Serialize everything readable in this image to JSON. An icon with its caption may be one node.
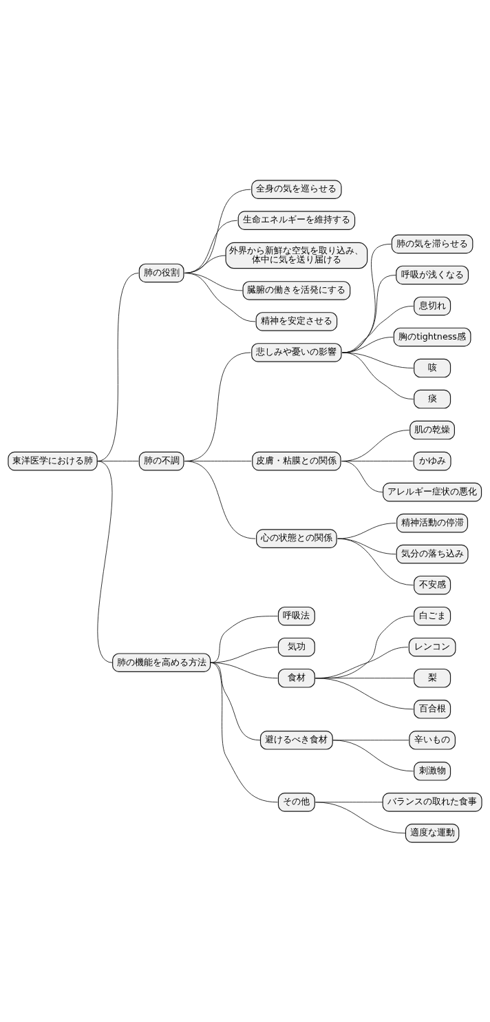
{
  "diagram": {
    "nodes": [
      {
        "text": [
          "東洋医学における肺"
        ]
      },
      {
        "text": [
          "肺の役割"
        ]
      },
      {
        "text": [
          "全身の気を巡らせる"
        ]
      },
      {
        "text": [
          "生命エネルギーを維持する"
        ]
      },
      {
        "text": [
          "外界から新鮮な空気を取り込み、体中に気を送り届ける"
        ]
      },
      {
        "text": [
          "臓腑の働きを活発にする"
        ]
      },
      {
        "text": [
          "精神を安定させる"
        ]
      },
      {
        "text": [
          "肺の不調"
        ]
      },
      {
        "text": [
          "悲しみや憂いの影響"
        ]
      },
      {
        "text": [
          "肺の気を滞らせる"
        ]
      },
      {
        "text": [
          "呼吸が浅くなる"
        ]
      },
      {
        "text": [
          "息切れ"
        ]
      },
      {
        "text": [
          "胸のtightness感"
        ]
      },
      {
        "text": [
          "咳"
        ]
      },
      {
        "text": [
          "痰"
        ]
      },
      {
        "text": [
          "皮膚・粘膜との関係"
        ]
      },
      {
        "text": [
          "肌の乾燥"
        ]
      },
      {
        "text": [
          "かゆみ"
        ]
      },
      {
        "text": [
          "アレルギー症状の悪化"
        ]
      },
      {
        "text": [
          "心の状態との関係"
        ]
      },
      {
        "text": [
          "精神活動の停滞"
        ]
      },
      {
        "text": [
          "気分の落ち込み"
        ]
      },
      {
        "text": [
          "不安感"
        ]
      },
      {
        "text": [
          "肺の機能を高める方法"
        ]
      },
      {
        "text": [
          "呼吸法"
        ]
      },
      {
        "text": [
          "気功"
        ]
      },
      {
        "text": [
          "食材"
        ]
      },
      {
        "text": [
          "白ごま"
        ]
      },
      {
        "text": [
          "レンコン"
        ]
      },
      {
        "text": [
          "梨"
        ]
      },
      {
        "text": [
          "百合根"
        ]
      },
      {
        "text": [
          "避けるべき食材"
        ]
      },
      {
        "text": [
          "辛いもの"
        ]
      },
      {
        "text": [
          "刺激物"
        ]
      },
      {
        "text": [
          "その他"
        ]
      },
      {
        "text": [
          "バランスの取れた食事"
        ]
      },
      {
        "text": [
          "適度な運動"
        ]
      }
    ],
    "edges": [
      {
        "from": 0,
        "to": 1,
        "arrow": "none"
      },
      {
        "from": 1,
        "to": 2,
        "arrow": "none"
      },
      {
        "from": 1,
        "to": 3,
        "arrow": "none"
      },
      {
        "from": 1,
        "to": 4,
        "arrow": "none"
      },
      {
        "from": 1,
        "to": 5,
        "arrow": "none"
      },
      {
        "from": 1,
        "to": 6,
        "arrow": "none"
      },
      {
        "from": 0,
        "to": 7,
        "arrow": "none"
      },
      {
        "from": 7,
        "to": 8,
        "arrow": "none"
      },
      {
        "from": 8,
        "to": 9,
        "arrow": "none"
      },
      {
        "from": 8,
        "to": 10,
        "arrow": "none"
      },
      {
        "from": 8,
        "to": 11,
        "arrow": "none"
      },
      {
        "from": 8,
        "to": 12,
        "arrow": "none"
      },
      {
        "from": 8,
        "to": 13,
        "arrow": "none"
      },
      {
        "from": 8,
        "to": 14,
        "arrow": "none"
      },
      {
        "from": 7,
        "to": 15,
        "arrow": "none"
      },
      {
        "from": 15,
        "to": 16,
        "arrow": "none"
      },
      {
        "from": 15,
        "to": 17,
        "arrow": "none"
      },
      {
        "from": 15,
        "to": 18,
        "arrow": "none"
      },
      {
        "from": 7,
        "to": 19,
        "arrow": "none"
      },
      {
        "from": 19,
        "to": 20,
        "arrow": "none"
      },
      {
        "from": 19,
        "to": 21,
        "arrow": "none"
      },
      {
        "from": 19,
        "to": 22,
        "arrow": "none"
      },
      {
        "from": 0,
        "to": 23,
        "arrow": "none"
      },
      {
        "from": 23,
        "to": 24,
        "arrow": "none"
      },
      {
        "from": 23,
        "to": 25,
        "arrow": "none"
      },
      {
        "from": 23,
        "to": 26,
        "arrow": "none"
      },
      {
        "from": 26,
        "to": 27,
        "arrow": "none"
      },
      {
        "from": 26,
        "to": 28,
        "arrow": "none"
      },
      {
        "from": 26,
        "to": 29,
        "arrow": "none"
      },
      {
        "from": 26,
        "to": 30,
        "arrow": "none"
      },
      {
        "from": 23,
        "to": 31,
        "arrow": "none"
      },
      {
        "from": 31,
        "to": 32,
        "arrow": "none"
      },
      {
        "from": 31,
        "to": 33,
        "arrow": "none"
      },
      {
        "from": 23,
        "to": 34,
        "arrow": "none"
      },
      {
        "from": 34,
        "to": 35,
        "arrow": "none"
      },
      {
        "from": 34,
        "to": 36,
        "arrow": "none"
      }
    ]
  }
}
